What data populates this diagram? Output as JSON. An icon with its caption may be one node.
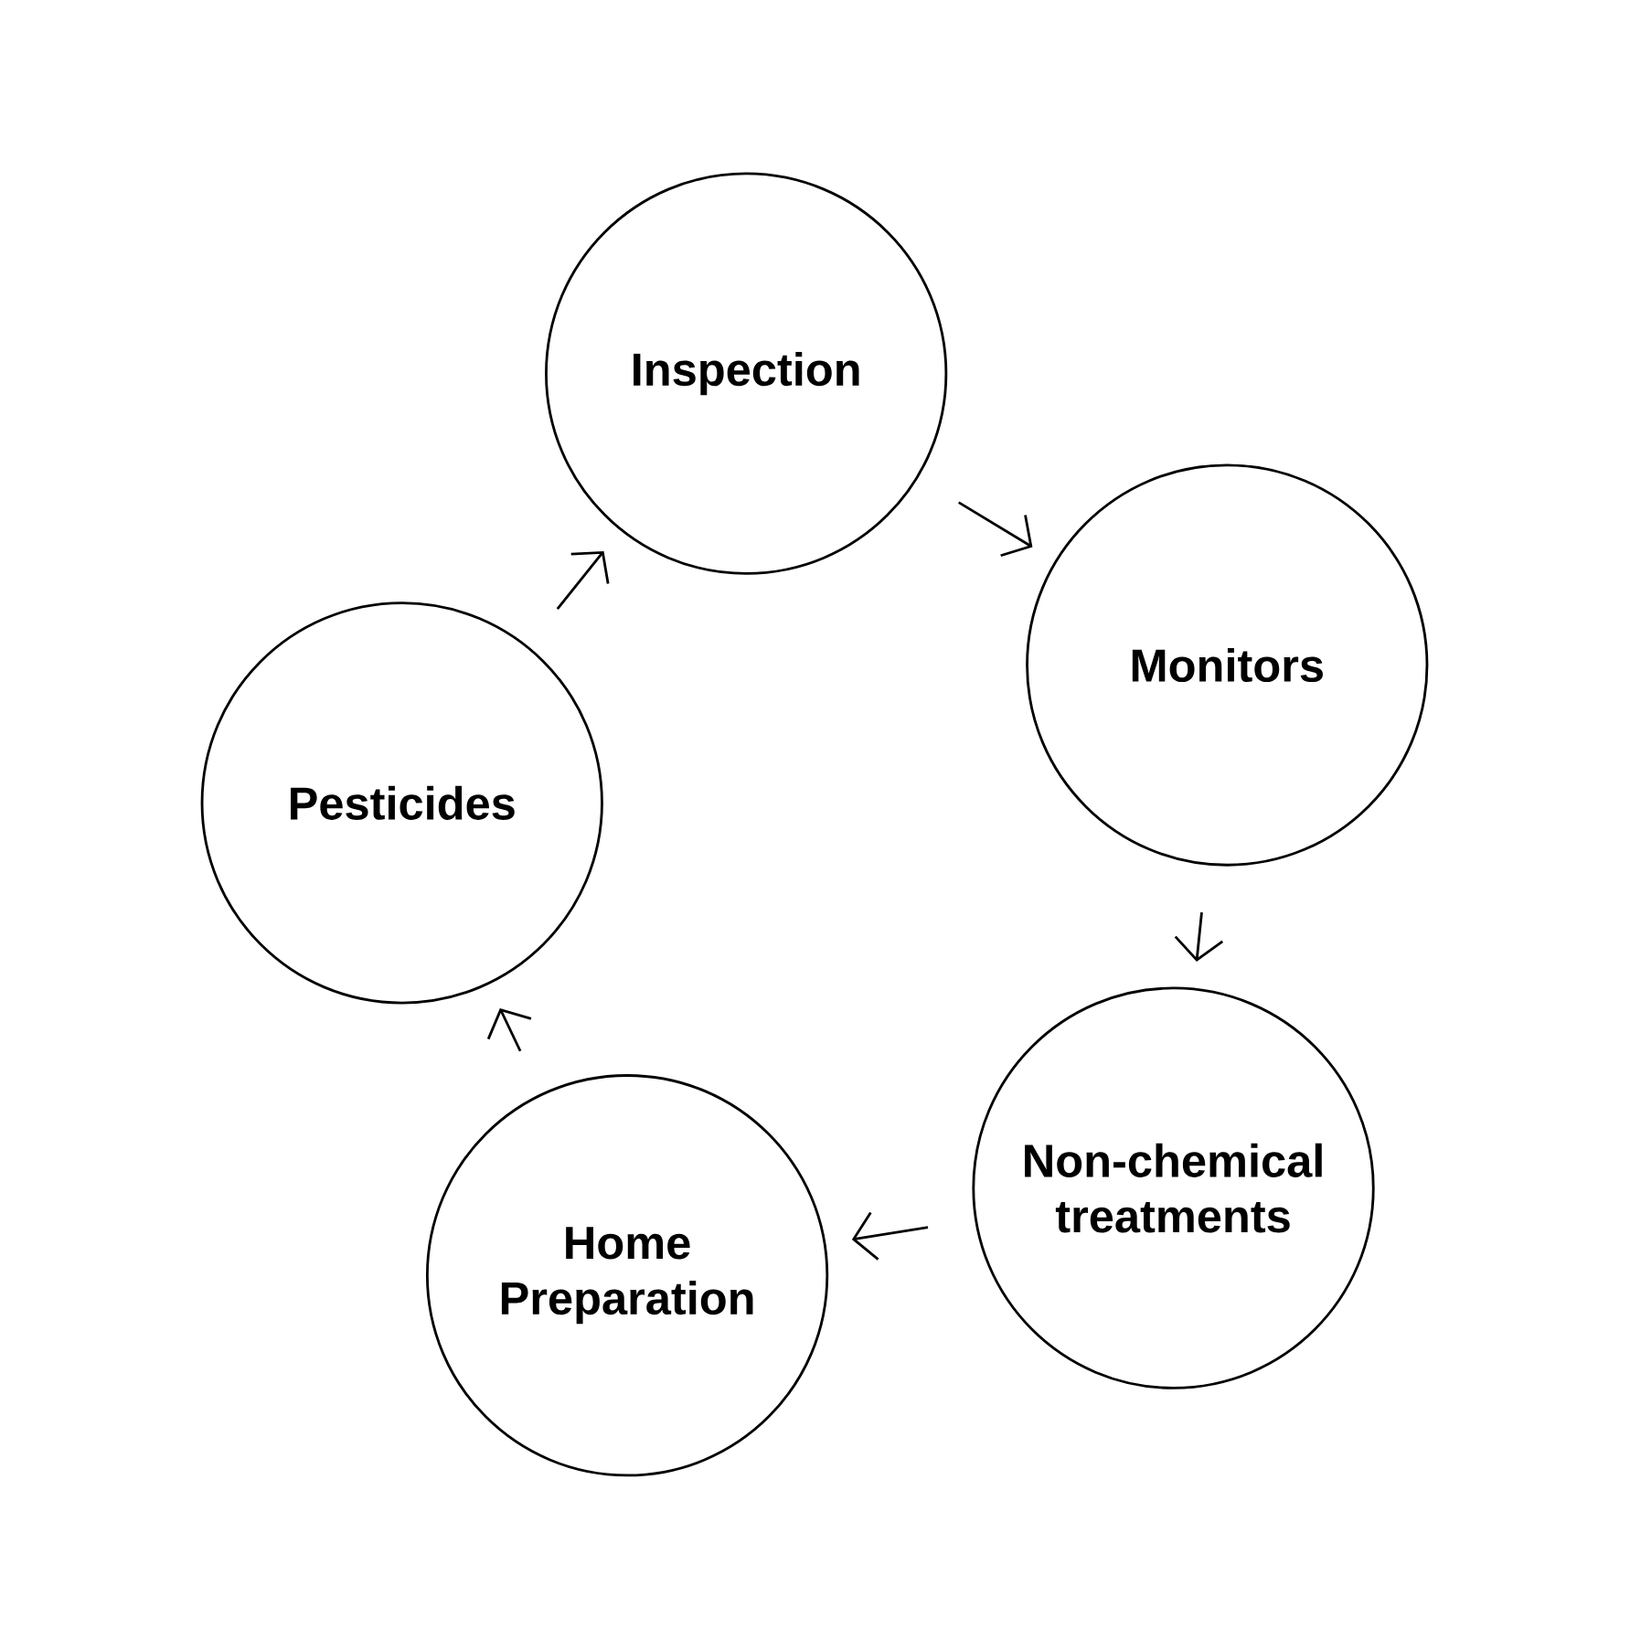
{
  "diagram": {
    "nodes": [
      {
        "text": [
          "Inspection"
        ]
      },
      {
        "text": [
          "Monitors"
        ]
      },
      {
        "text": [
          "Non-chemical treatments"
        ]
      },
      {
        "text": [
          "Home Preparation"
        ]
      },
      {
        "text": [
          "Pesticides"
        ]
      }
    ],
    "edges": [
      {
        "from": 0,
        "to": 1,
        "arrow": "to"
      },
      {
        "from": 1,
        "to": 2,
        "arrow": "to"
      },
      {
        "from": 2,
        "to": 3,
        "arrow": "to"
      },
      {
        "from": 3,
        "to": 4,
        "arrow": "to"
      },
      {
        "from": 4,
        "to": 0,
        "arrow": "to"
      }
    ]
  }
}
